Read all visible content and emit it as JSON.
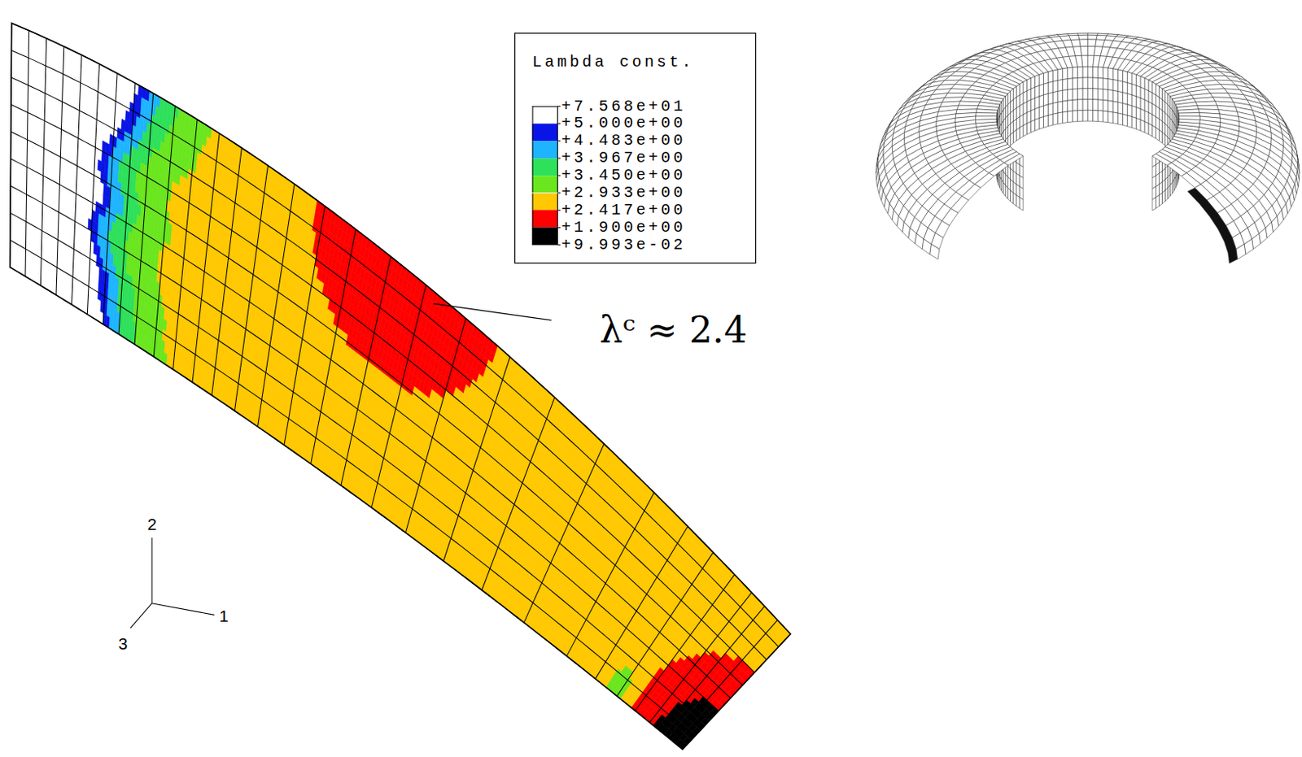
{
  "diagram": {
    "labels": [
      "Lambda const.",
      "+9.993e-02",
      "λᶜ ≈ 2.4",
      "2",
      "1",
      "3"
    ],
    "legend": [
      {
        "text": "+7.568e+01",
        "color": "#ffffff"
      },
      {
        "text": "+5.000e+00",
        "color": "#0a14e6"
      },
      {
        "text": "+4.483e+00",
        "color": "#1eb4ff"
      },
      {
        "text": "+3.967e+00",
        "color": "#2ee05a"
      },
      {
        "text": "+3.450e+00",
        "color": "#6ae61e"
      },
      {
        "text": "+2.933e+00",
        "color": "#ffc800"
      },
      {
        "text": "+2.417e+00",
        "color": "#ff0000"
      },
      {
        "text": "+1.900e+00",
        "color": "#000000"
      }
    ]
  }
}
